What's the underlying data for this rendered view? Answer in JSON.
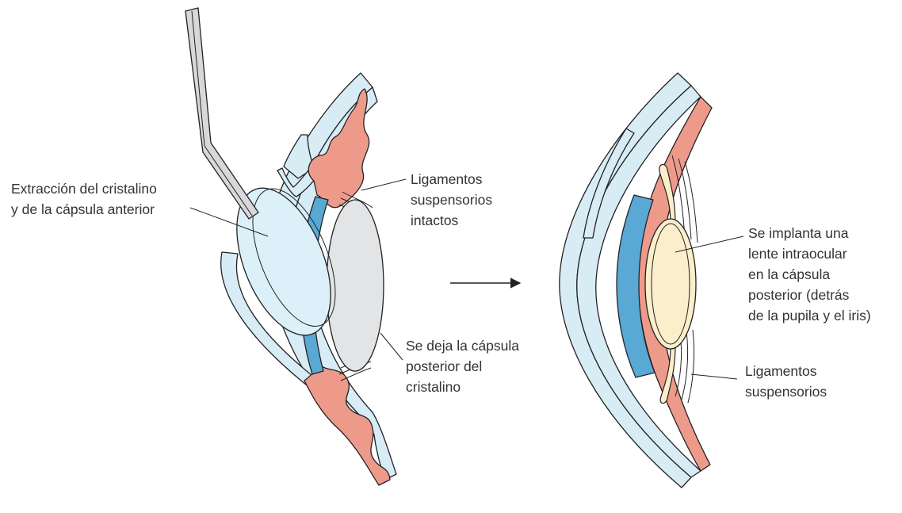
{
  "colors": {
    "cornea": "#d8ecf6",
    "iris_blue": "#5aa8d4",
    "ciliary_pink": "#ee9a8a",
    "removed_lens": "#dcf0fa",
    "posterior_capsule": "#e3e4e6",
    "intraocular_lens": "#fbeecb",
    "instrument": "#d6d8da",
    "ink": "#222222"
  },
  "panels": {
    "before": {
      "label_removal": [
        "Extracción del cristalino",
        "y de la cápsula anterior"
      ],
      "label_ligaments": [
        "Ligamentos",
        "suspensorios",
        "intactos"
      ],
      "label_capsule": [
        "Se deja la cápsula",
        "posterior del",
        "cristalino"
      ]
    },
    "after": {
      "label_implant": [
        "Se implanta una",
        "lente intraocular",
        "en la cápsula",
        "posterior (detrás",
        "de la pupila y el iris)"
      ],
      "label_ligaments": [
        "Ligamentos",
        "suspensorios"
      ]
    }
  },
  "transition_arrow": "right-arrow-icon"
}
